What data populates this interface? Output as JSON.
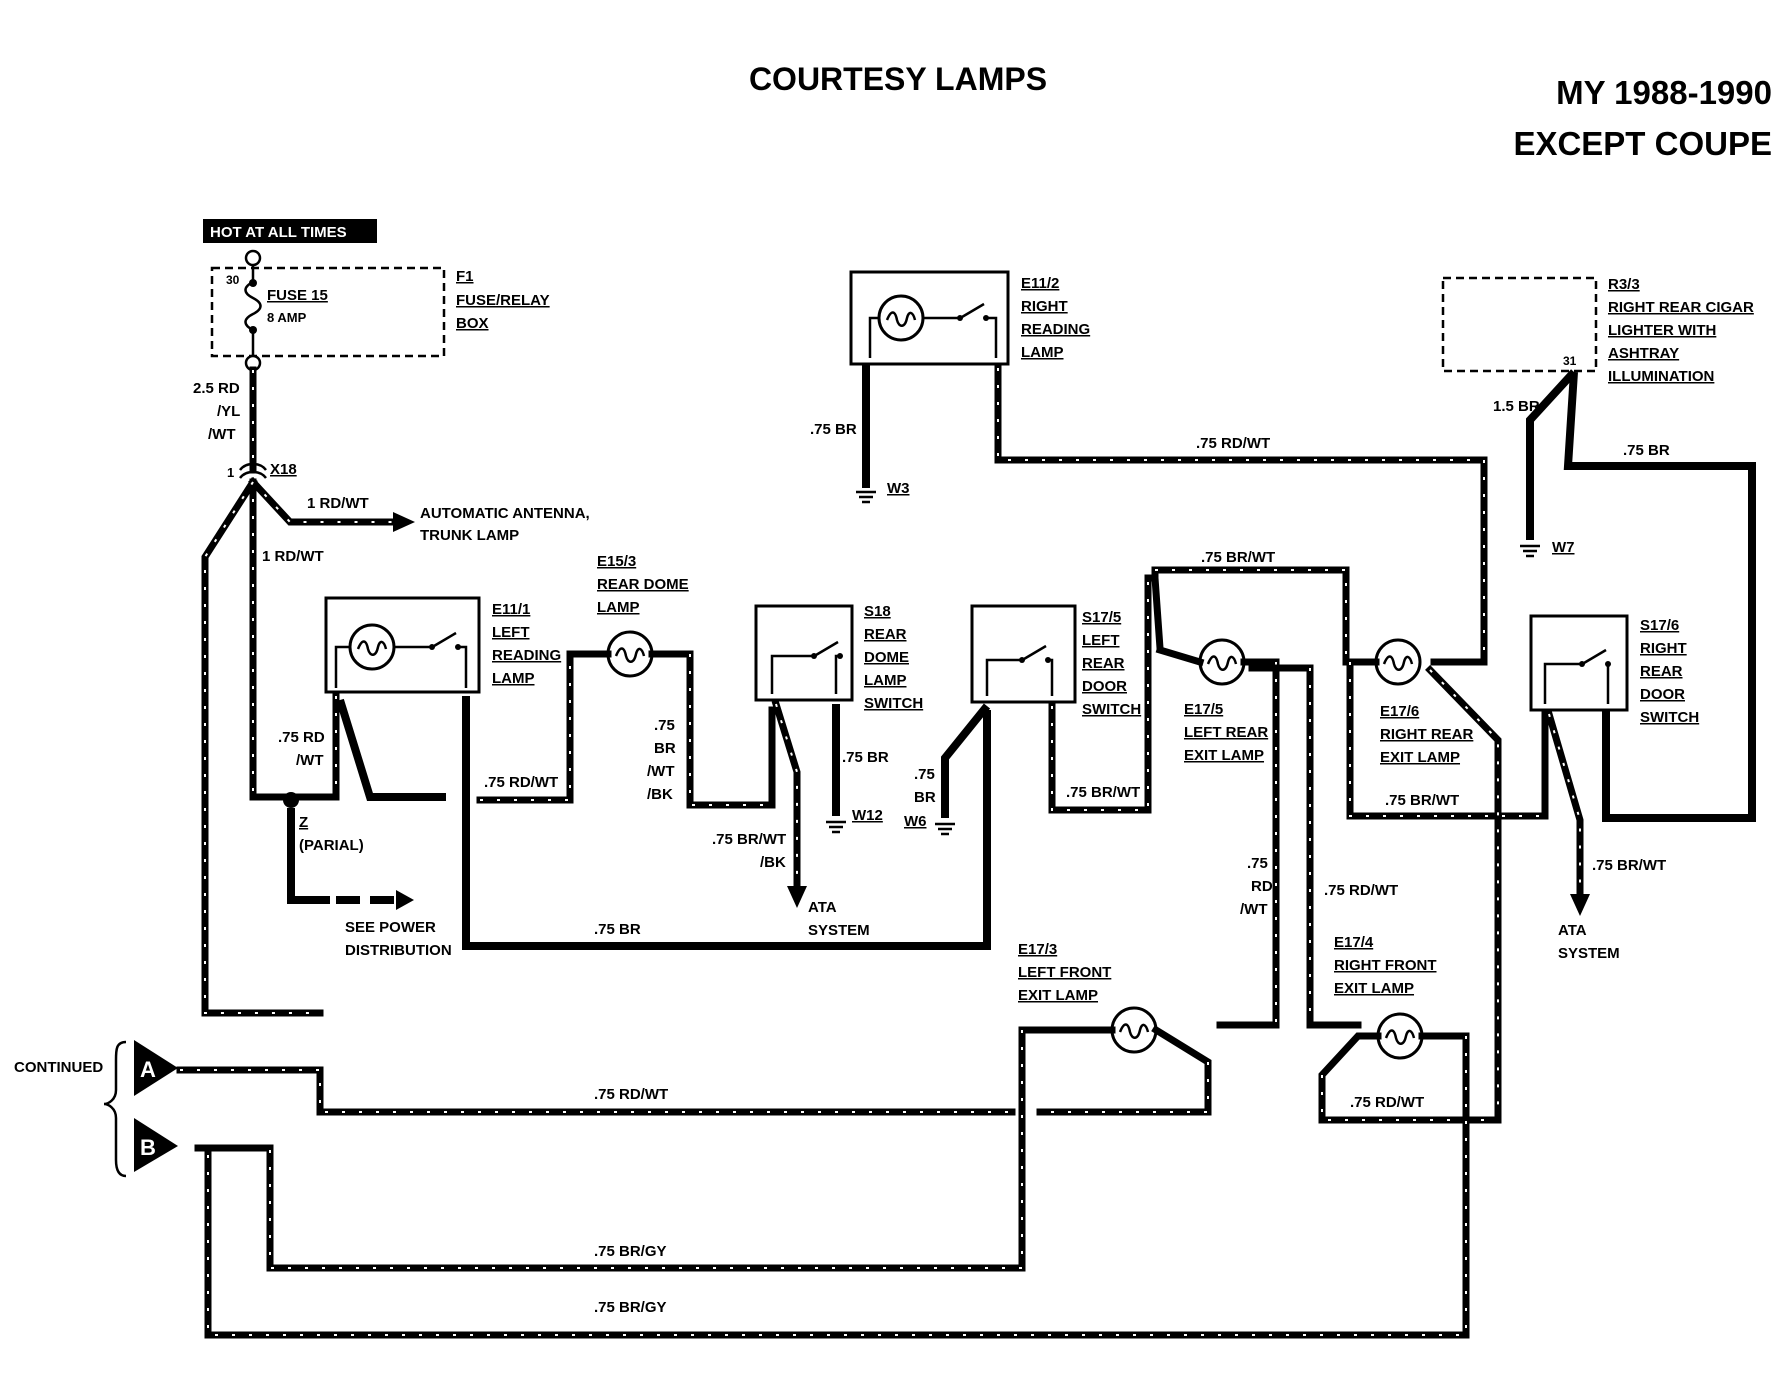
{
  "title": "COURTESY LAMPS",
  "model_year": "MY 1988-1990",
  "variant": "EXCEPT COUPE",
  "hot_badge": "HOT AT ALL TIMES",
  "fuse": {
    "pin": "30",
    "name": "FUSE 15",
    "rating": "8 AMP",
    "id": "F1",
    "desc1": "FUSE/RELAY",
    "desc2": "BOX"
  },
  "connector_x18": {
    "pin": "1",
    "id": "X18"
  },
  "wire_labels": {
    "main1": "2.5 RD",
    "main2": "/YL",
    "main3": "/WT",
    "rdwt1": "1 RD/WT",
    "rdwt1b": "1 RD/WT",
    "antenna1": "AUTOMATIC ANTENNA,",
    "antenna2": "TRUNK LAMP",
    "w3_br": ".75 BR",
    "rear_rdwt": ".75 RD/WT",
    "top_brwt": ".75 BR/WT",
    "r33_br15": "1.5 BR",
    "r33_br075": ".75 BR",
    "left_rd1": ".75 RD",
    "left_rd2": "/WT",
    "mid_rdwt": ".75 RD/WT",
    "s18_br1": ".75",
    "s18_br2": "BR",
    "s18_br3": "/WT",
    "s18_br4": "/BK",
    "s18_br": ".75 BR",
    "ata_brwt1": ".75 BR/WT",
    "ata_brwt2": "/BK",
    "w6_br1": ".75",
    "w6_br2": "BR",
    "s175_brwt": ".75 BR/WT",
    "bottom_br": ".75 BR",
    "e176_brwt": ".75 BR/WT",
    "s176_brwt": ".75 BR/WT",
    "e175_rd1": ".75",
    "e175_rd2": "RD",
    "e175_rd3": "/WT",
    "e174_rdwt": ".75 RD/WT",
    "a_rdwt": ".75 RD/WT",
    "e174_rdwt2": ".75 RD/WT",
    "b_brgy1": ".75 BR/GY",
    "b_brgy2": ".75 BR/GY"
  },
  "components": {
    "e112": {
      "id": "E11/2",
      "l1": "RIGHT",
      "l2": "READING",
      "l3": "LAMP"
    },
    "r33": {
      "id": "R3/3",
      "l1": "RIGHT REAR CIGAR",
      "l2": "LIGHTER WITH",
      "l3": "ASHTRAY",
      "l4": "ILLUMINATION",
      "pin": "31"
    },
    "e111": {
      "id": "E11/1",
      "l1": "LEFT",
      "l2": "READING",
      "l3": "LAMP"
    },
    "e153": {
      "id": "E15/3",
      "l1": "REAR DOME",
      "l2": "LAMP"
    },
    "s18": {
      "id": "S18",
      "l1": "REAR",
      "l2": "DOME",
      "l3": "LAMP",
      "l4": "SWITCH"
    },
    "s175": {
      "id": "S17/5",
      "l1": "LEFT",
      "l2": "REAR",
      "l3": "DOOR",
      "l4": "SWITCH"
    },
    "e175": {
      "id": "E17/5",
      "l1": "LEFT REAR",
      "l2": "EXIT LAMP"
    },
    "e176": {
      "id": "E17/6",
      "l1": "RIGHT REAR",
      "l2": "EXIT LAMP"
    },
    "s176": {
      "id": "S17/6",
      "l1": "RIGHT",
      "l2": "REAR",
      "l3": "DOOR",
      "l4": "SWITCH"
    },
    "e173": {
      "id": "E17/3",
      "l1": "LEFT FRONT",
      "l2": "EXIT LAMP"
    },
    "e174": {
      "id": "E17/4",
      "l1": "RIGHT FRONT",
      "l2": "EXIT LAMP"
    }
  },
  "grounds": {
    "w3": "W3",
    "w7": "W7",
    "w12": "W12",
    "w6": "W6"
  },
  "splice_z": {
    "id": "Z",
    "desc": "(PARIAL)"
  },
  "power_dist": {
    "l1": "SEE POWER",
    "l2": "DISTRIBUTION"
  },
  "ata1": {
    "l1": "ATA",
    "l2": "SYSTEM"
  },
  "ata2": {
    "l1": "ATA",
    "l2": "SYSTEM"
  },
  "continued": {
    "label": "CONTINUED",
    "a": "A",
    "b": "B"
  }
}
